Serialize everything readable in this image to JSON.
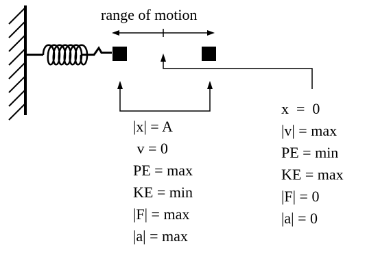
{
  "diagram": {
    "title": "range of motion",
    "extreme": {
      "lines": [
        "|x| = A",
        " v = 0",
        "PE = max",
        "KE = min",
        "|F| = max",
        "|a| = max"
      ]
    },
    "equilibrium": {
      "lines": [
        "x  =  0",
        "|v| = max",
        "PE = min",
        "KE = max",
        "|F| = 0",
        "|a| = 0"
      ]
    },
    "colors": {
      "ink": "#000000",
      "background": "#ffffff"
    }
  }
}
